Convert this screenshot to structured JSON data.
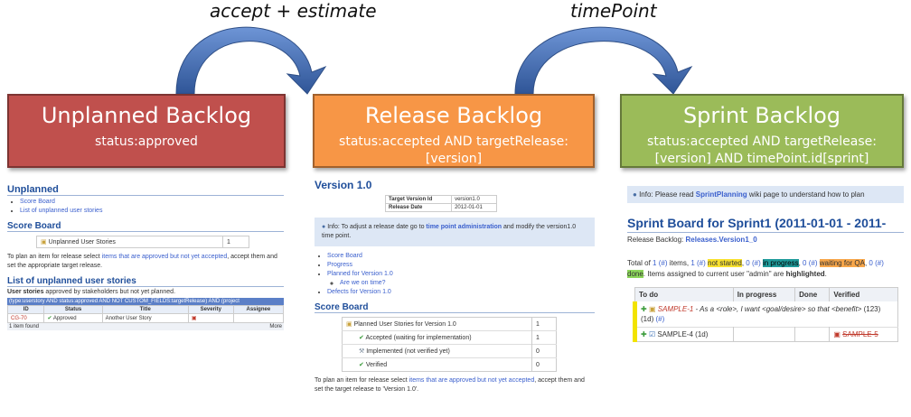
{
  "arrows": {
    "left_label": "accept + estimate",
    "right_label": "timePoint",
    "color": "#3f6cb5"
  },
  "boxes": [
    {
      "title": "Unplanned Backlog",
      "subtitle": "status:approved",
      "color": "#c0504d"
    },
    {
      "title": "Release Backlog",
      "subtitle": "status:accepted AND targetRelease:[version]",
      "color": "#f79646"
    },
    {
      "title": "Sprint Backlog",
      "subtitle": "status:accepted AND targetRelease:[version] AND timePoint.id[sprint]",
      "color": "#9bbb59"
    }
  ],
  "unplanned": {
    "heading": "Unplanned",
    "links": [
      "Score Board",
      "List of unplanned user stories"
    ],
    "scoreboard_heading": "Score Board",
    "scoreboard_row": "Unplanned User Stories",
    "scoreboard_count": "1",
    "plan_text_1": "To plan an item for release select",
    "plan_link": "items that are approved but not yet accepted",
    "plan_text_2": ", accept them and set the appropriate target release.",
    "list_heading": "List of unplanned user stories",
    "list_intro_bold": "User stories",
    "list_intro_rest": "approved by stakeholders but not yet planned.",
    "query_bar": "(type:userstory AND status:approved AND NOT CUSTOM_FIELDS:targetRelease) AND (project",
    "columns": [
      "ID",
      "Status",
      "Title",
      "Severity",
      "Assignee"
    ],
    "row": {
      "id": "CG-70",
      "status": "Approved",
      "title": "Another User Story"
    },
    "footer_left": "1 item found",
    "footer_right": "More"
  },
  "release": {
    "heading": "Version 1.0",
    "meta": [
      {
        "label": "Target Version Id",
        "value": "version1.0"
      },
      {
        "label": "Release Date",
        "value": "2012-01-01"
      }
    ],
    "info_text_1": "Info: To adjust a release date go to",
    "info_link": "time point administration",
    "info_text_2": "and modify the version1.0 time point.",
    "links": [
      "Score Board",
      "Progress",
      "Planned for Version 1.0",
      "Are we on time?",
      "Defects for Version 1.0"
    ],
    "scoreboard_heading": "Score Board",
    "score_rows": [
      {
        "label": "Planned User Stories for Version 1.0",
        "count": "1"
      },
      {
        "label": "Accepted (waiting for implementation)",
        "count": "1"
      },
      {
        "label": "Implemented (not verified yet)",
        "count": "0"
      },
      {
        "label": "Verified",
        "count": "0"
      }
    ],
    "plan_text_1": "To plan an item for release select",
    "plan_link": "items that are approved but not yet accepted",
    "plan_text_2": ", accept them and set the target release to 'Version 1.0'."
  },
  "sprint": {
    "info_text_1": "Info: Please read",
    "info_link": "SprintPlanning",
    "info_text_2": "wiki page to understand how to plan",
    "heading": "Sprint Board for Sprint1 (2011-01-01 - 2011-",
    "release_label": "Release Backlog:",
    "release_link": "Releases.Version1_0",
    "total_1": "Total of",
    "n_items": "1",
    "hash": "(#)",
    "items_word": "items,",
    "n_not_started": "1",
    "not_started": "not started",
    "n_in_progress": "0",
    "in_progress": "in progress",
    "n_waiting": "0",
    "waiting": "waiting for QA",
    "n_done": "0",
    "done": "done",
    "assigned_text": ". Items assigned to current user \"admin\" are",
    "highlighted": "highlighted",
    "columns": [
      "To do",
      "In progress",
      "Done",
      "Verified"
    ],
    "story": "SAMPLE-1",
    "story_text": " - As a <role>, I want <goal/desire> so that <benefit>",
    "story_meta": "(123) (1d)",
    "task": "SAMPLE-4",
    "task_meta": "(1d)",
    "verified_item": "SAMPLE-5"
  }
}
